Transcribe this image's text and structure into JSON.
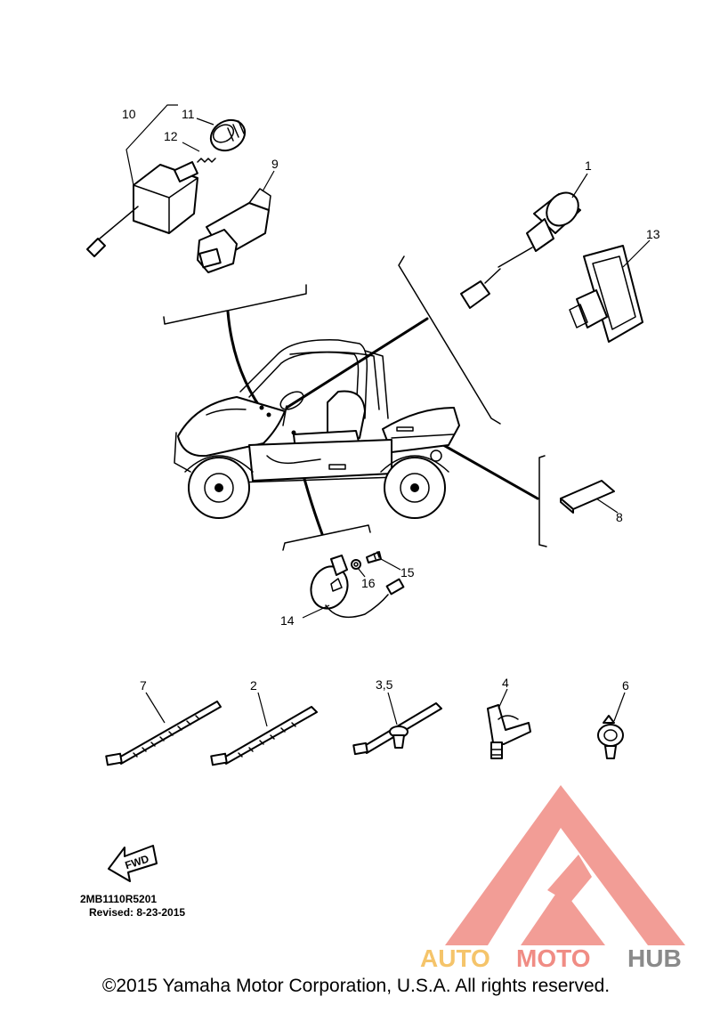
{
  "callouts": {
    "c1": "1",
    "c2": "2",
    "c3_5": "3,5",
    "c4": "4",
    "c6": "6",
    "c7": "7",
    "c8": "8",
    "c9": "9",
    "c10": "10",
    "c11": "11",
    "c12": "12",
    "c13": "13",
    "c14": "14",
    "c15": "15",
    "c16": "16"
  },
  "fwd_label": "FWD",
  "diagram_code": "2MB1110R5201",
  "revised": "Revised: 8-23-2015",
  "watermark": {
    "auto": "AUTO",
    "moto": "MOTO",
    "hub": "HUB",
    "colors": {
      "triangle": "#f08c84",
      "auto": "#f5c46a",
      "moto": "#f08c84",
      "hub": "#8a8a8a"
    }
  },
  "copyright": "©2015 Yamaha Motor Corporation, U.S.A. All rights reserved."
}
